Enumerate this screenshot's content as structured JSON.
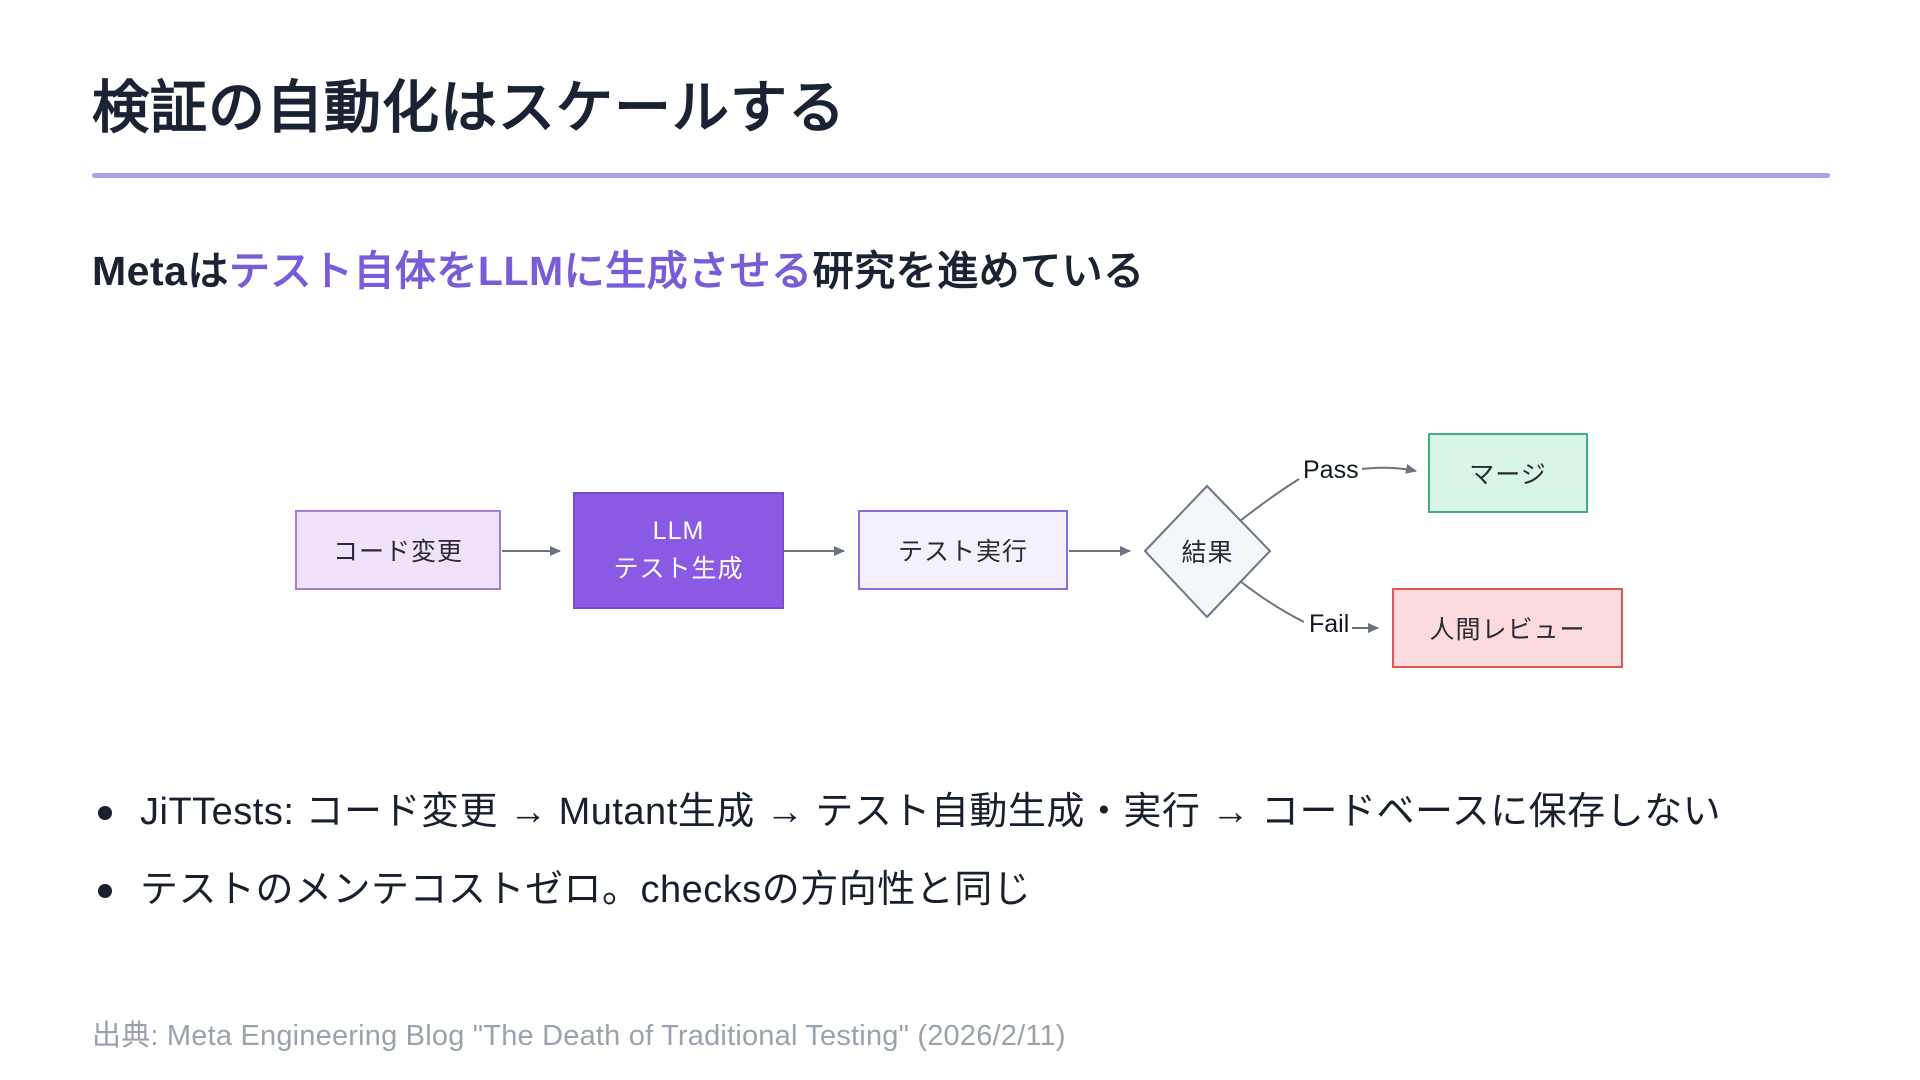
{
  "slide": {
    "title": "検証の自動化はスケールする",
    "subtitle": {
      "part1": "Metaは",
      "part2": "テスト自体をLLMに生成させる",
      "part3": "研究を進めている"
    },
    "source": "出典: Meta Engineering Blog \"The Death of Traditional Testing\" (2026/2/11)"
  },
  "flowchart": {
    "nodes": {
      "code_change": {
        "label": "コード変更"
      },
      "llm": {
        "line1": "LLM",
        "line2": "テスト生成"
      },
      "test_run": {
        "label": "テスト実行"
      },
      "result": {
        "label": "結果"
      },
      "merge": {
        "label": "マージ"
      },
      "human_review": {
        "label": "人間レビュー"
      }
    },
    "edges": {
      "pass": {
        "label": "Pass"
      },
      "fail": {
        "label": "Fail"
      }
    }
  },
  "bullets": [
    "JiTTests: コード変更 → Mutant生成 → テスト自動生成・実行 → コードベースに保存しない",
    "テストのメンテコストゼロ。checksの方向性と同じ"
  ],
  "colors": {
    "title_text": "#1a2333",
    "accent_underline": "#b3a0e2",
    "subtitle_highlight": "#7a5bd8",
    "node_light_purple_fill": "#eee3f9",
    "node_light_purple_border": "#a77bd9",
    "node_solid_purple_fill": "#8a5ae4",
    "node_lavender_fill": "#f4f0fc",
    "diamond_fill": "#f3f6fa",
    "merge_green_fill": "#d8f6e5",
    "merge_green_border": "#3fae85",
    "review_red_fill": "#fbdbdb",
    "review_red_border": "#df5656",
    "arrow_gray": "#6b7280",
    "source_gray": "#9aa2ad"
  }
}
